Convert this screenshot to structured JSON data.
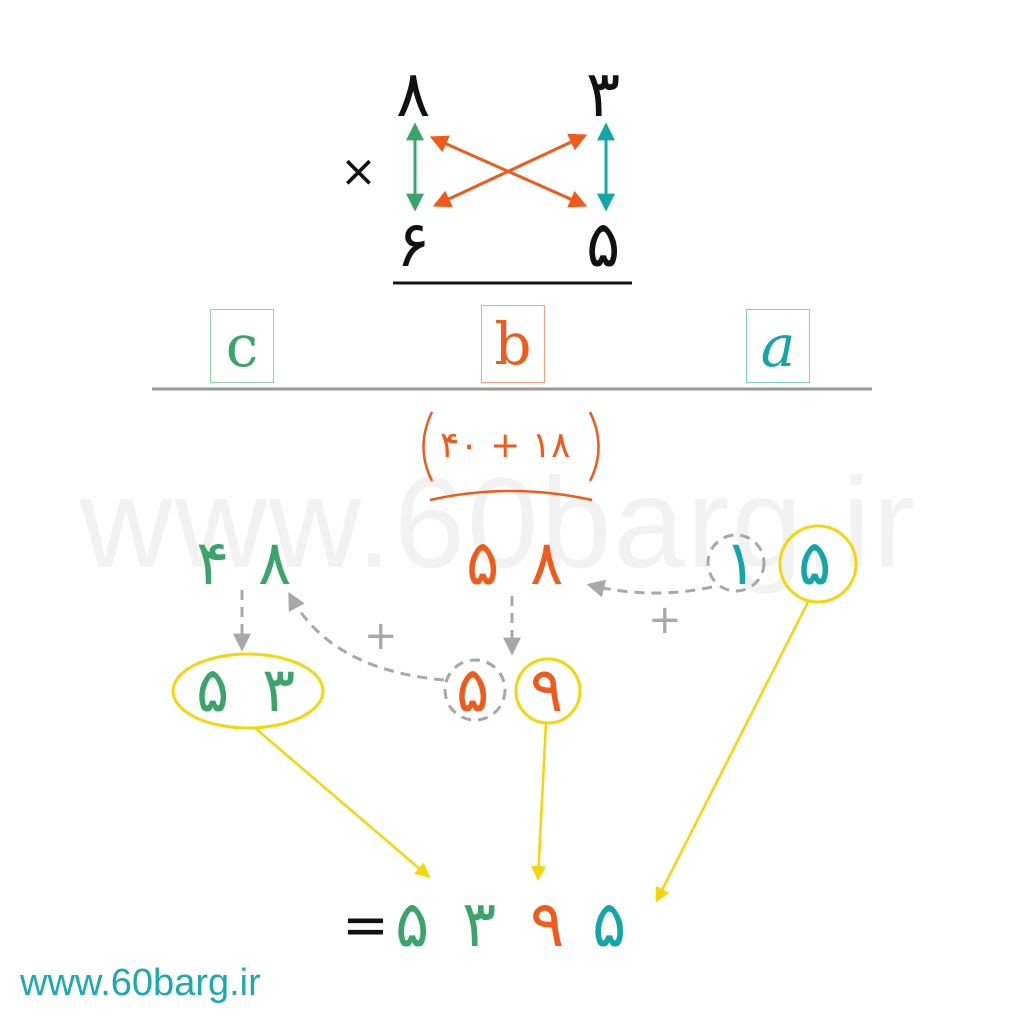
{
  "colors": {
    "green": "#3aa46b",
    "orange": "#f05a1a",
    "teal": "#13a6a8",
    "yellow": "#f5d60a",
    "gray": "#a8a8a8",
    "black": "#111111"
  },
  "problem": {
    "multiplicand": {
      "tens": "۸",
      "ones": "۳"
    },
    "multiplier": {
      "tens": "۶",
      "ones": "۵"
    },
    "times_sign": "×"
  },
  "columns": {
    "c_label": "c",
    "b_label": "b",
    "a_label": "a"
  },
  "steps": {
    "b_sum_expression": "۴۰ + ۱۸",
    "c_value": {
      "left": "۴",
      "right": "۸"
    },
    "b_value": {
      "left": "۵",
      "right": "۸"
    },
    "a_carry": "۱",
    "a_digit": "۵",
    "c_carried": {
      "left": "۵",
      "right": "۳"
    },
    "b_carry": "۵",
    "b_digit": "۹",
    "plus_sign": "+"
  },
  "result": {
    "equals": "=",
    "digits": [
      "۵",
      "۳",
      "۹",
      "۵"
    ]
  },
  "watermark": "www.60barg.ir",
  "footer": "www.60barg.ir"
}
